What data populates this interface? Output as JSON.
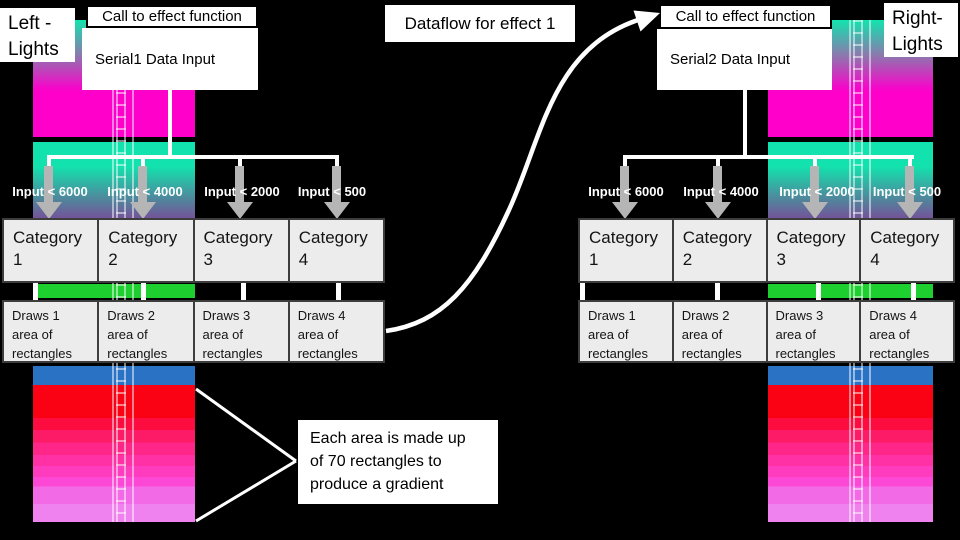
{
  "title": "Dataflow for effect 1",
  "note": "Each area is made up of 70 rectangles to produce a gradient",
  "left": {
    "lights_label": "Left - Lights",
    "call_label": "Call to effect function",
    "serial_label": "Serial1 Data Input",
    "inputs": [
      "Input < 6000",
      "Input < 4000",
      "Input < 2000",
      "Input < 500"
    ],
    "categories": [
      "Category 1",
      "Category 2",
      "Category 3",
      "Category 4"
    ],
    "draws": [
      "Draws 1 area of rectangles",
      "Draws 2 area of rectangles",
      "Draws 3 area of rectangles",
      "Draws 4 area of rectangles"
    ]
  },
  "right": {
    "lights_label": "Right- Lights",
    "call_label": "Call to effect function",
    "serial_label": "Serial2 Data Input",
    "inputs": [
      "Input < 6000",
      "Input < 4000",
      "Input < 2000",
      "Input < 500"
    ],
    "categories": [
      "Category 1",
      "Category 2",
      "Category 3",
      "Category 4"
    ],
    "draws": [
      "Draws 1 area of rectangles",
      "Draws 2 area of rectangles",
      "Draws 3 area of rectangles",
      "Draws 4 area of rectangles"
    ]
  },
  "colors": {
    "teal": "#12e3ae",
    "magenta": "#ff00cb",
    "purple": "#9a2b9b",
    "green": "#1ed02f",
    "blue": "#2a73c4",
    "red": "#fa0113",
    "light_pink": "#ef82ef",
    "arrow_gray": "#b5b5b5",
    "box_gray": "#ececec"
  }
}
